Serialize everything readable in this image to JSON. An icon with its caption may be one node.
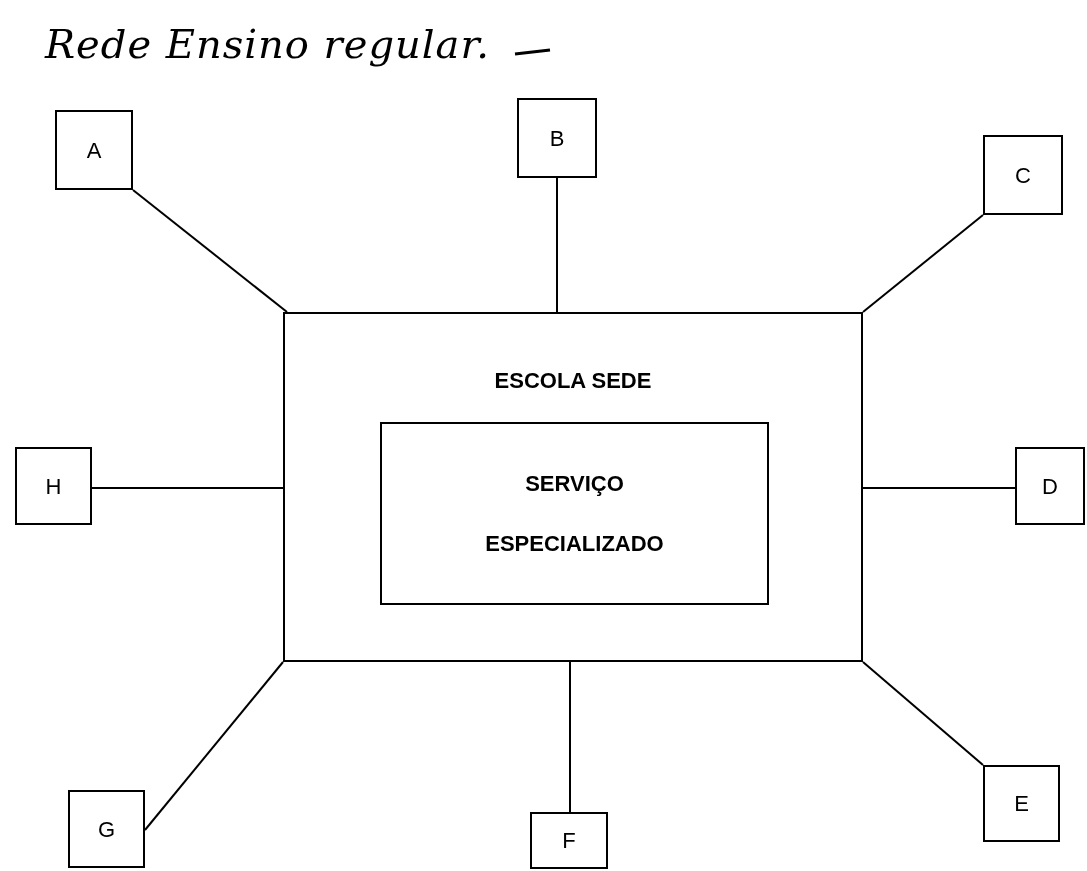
{
  "diagram": {
    "title": "Rede Ensino regular.",
    "nodes": [
      {
        "text": [
          "A"
        ]
      },
      {
        "text": [
          "B"
        ]
      },
      {
        "text": [
          "C"
        ]
      },
      {
        "text": [
          "ESCOLA SEDE"
        ]
      },
      {
        "text": [
          "SERVIÇO ESPECIALIZADO"
        ],
        "in": 3
      },
      {
        "text": [
          "H"
        ]
      },
      {
        "text": [
          "D"
        ]
      },
      {
        "text": [
          "G"
        ]
      },
      {
        "text": [
          "F"
        ]
      },
      {
        "text": [
          "E"
        ]
      }
    ],
    "edges": [
      {
        "from": 3,
        "to": 0,
        "arrow": "none"
      },
      {
        "from": 3,
        "to": 1,
        "arrow": "none"
      },
      {
        "from": 3,
        "to": 2,
        "arrow": "none"
      },
      {
        "from": 3,
        "to": 5,
        "arrow": "none"
      },
      {
        "from": 3,
        "to": 6,
        "arrow": "none"
      },
      {
        "from": 3,
        "to": 7,
        "arrow": "none"
      },
      {
        "from": 3,
        "to": 8,
        "arrow": "none"
      },
      {
        "from": 3,
        "to": 9,
        "arrow": "none"
      }
    ]
  }
}
